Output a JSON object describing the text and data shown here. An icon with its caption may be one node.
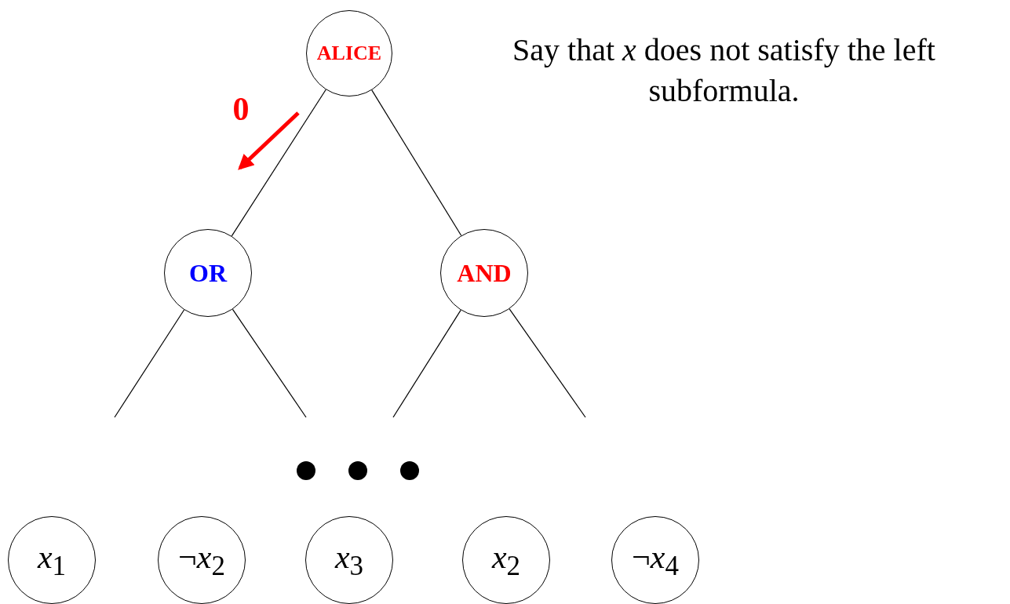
{
  "diagram": {
    "nodes": [
      {
        "text": [
          "ALICE"
        ]
      },
      {
        "text": [
          "OR"
        ]
      },
      {
        "text": [
          "AND"
        ]
      },
      {
        "text": [
          "*x*$_{1}$"
        ]
      },
      {
        "text": [
          "¬*x*$_{2}$"
        ]
      },
      {
        "text": [
          "*x*$_{3}$"
        ]
      },
      {
        "text": [
          "*x*$_{2}$"
        ]
      },
      {
        "text": [
          "¬*x*$_{4}$"
        ]
      }
    ],
    "edges": [
      {
        "from": 0,
        "to": 1,
        "arrow": "none"
      },
      {
        "from": 0,
        "to": 2,
        "arrow": "none"
      },
      {
        "from": 1,
        "to": null,
        "arrow": "none"
      },
      {
        "from": 1,
        "to": null,
        "arrow": "none"
      },
      {
        "from": 2,
        "to": null,
        "arrow": "none"
      },
      {
        "from": 2,
        "to": null,
        "arrow": "none"
      }
    ],
    "labels": [
      "0",
      "Say that *x* does not satisfy the left subformula."
    ]
  }
}
